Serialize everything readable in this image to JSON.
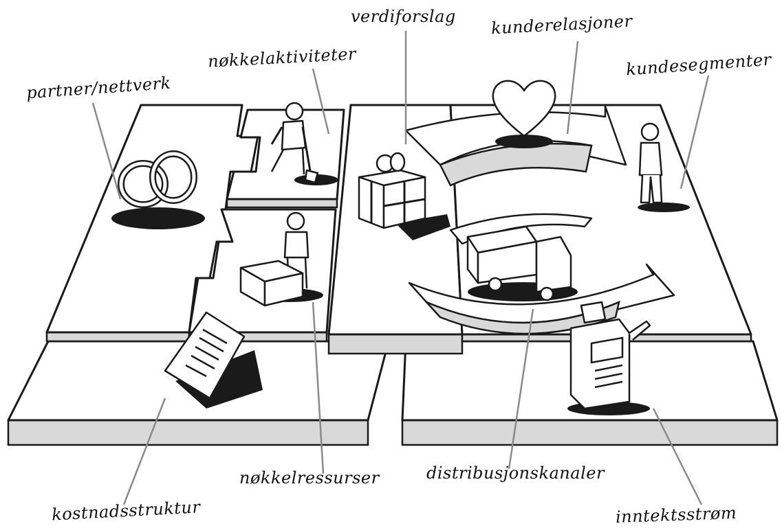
{
  "labels": {
    "partner": "partner/nettverk",
    "activities": "nøkkelaktiviteter",
    "value": "verdiforslag",
    "relations": "kunderelasjoner",
    "segments": "kundesegmenter",
    "resources": "nøkkelressurser",
    "channels": "distribusjonskanaler",
    "costs": "kostnadsstruktur",
    "revenue": "inntektsstrøm"
  },
  "icons": [
    "rings-icon",
    "digging-person-icon",
    "gift-box-icon",
    "heart-icon",
    "standing-customer-icon",
    "worker-with-box-icon",
    "delivery-truck-icon",
    "invoice-paper-icon",
    "cash-register-icon"
  ],
  "colors": {
    "ink": "#1a1a1a",
    "tile_side": "#d9d9d9",
    "leader": "#8a8a8a"
  }
}
